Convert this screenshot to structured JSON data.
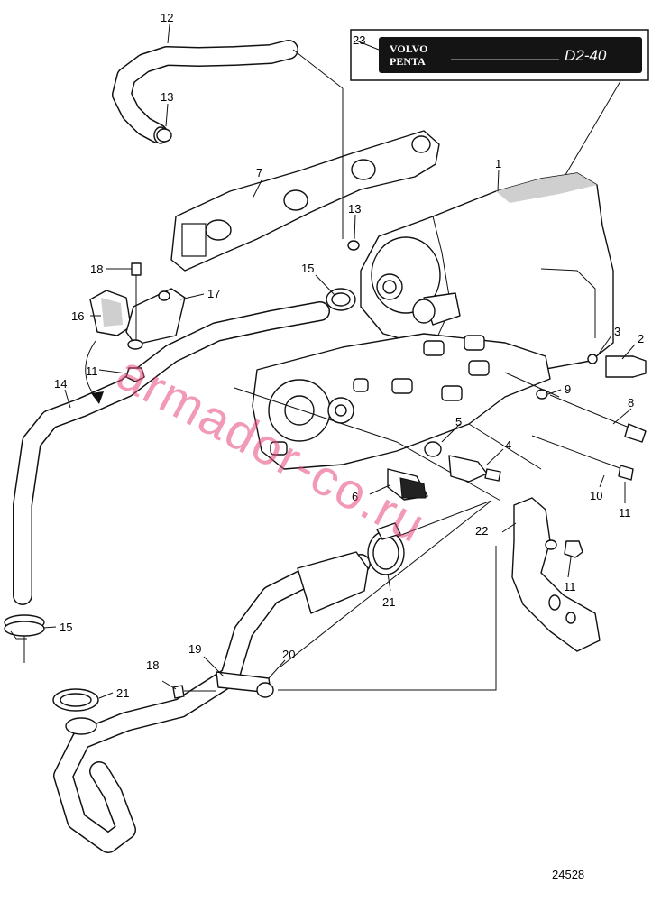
{
  "decal": {
    "brand_line1": "VOLVO",
    "brand_line2": "PENTA",
    "model": "D2-40"
  },
  "watermark": "armador-co.ru",
  "drawing_id": "24528",
  "callouts": {
    "c1": "1",
    "c2": "2",
    "c3": "3",
    "c4": "4",
    "c5": "5",
    "c6": "6",
    "c7": "7",
    "c8": "8",
    "c9": "9",
    "c10": "10",
    "c11a": "11",
    "c11b": "11",
    "c11c": "11",
    "c12": "12",
    "c13a": "13",
    "c13b": "13",
    "c14": "14",
    "c15a": "15",
    "c15b": "15",
    "c16": "16",
    "c17": "17",
    "c18a": "18",
    "c18b": "18",
    "c19": "19",
    "c20": "20",
    "c21a": "21",
    "c21b": "21",
    "c22": "22",
    "c23": "23"
  }
}
